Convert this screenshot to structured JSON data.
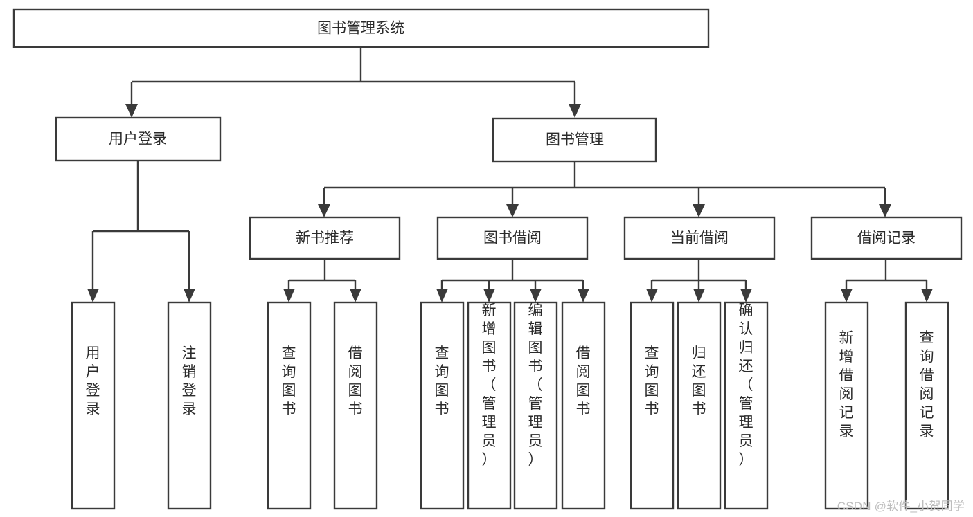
{
  "diagram": {
    "type": "tree-hierarchy",
    "title": "图书管理系统",
    "background_color": "#ffffff",
    "line_color": "#3a3a3a",
    "box_fill": "#ffffff",
    "text_color": "#2b2b2b",
    "root": {
      "label": "图书管理系统"
    },
    "level2": [
      {
        "label": "用户登录"
      },
      {
        "label": "图书管理"
      }
    ],
    "level3": [
      {
        "label": "新书推荐"
      },
      {
        "label": "图书借阅"
      },
      {
        "label": "当前借阅"
      },
      {
        "label": "借阅记录"
      }
    ],
    "leaves": {
      "user_login": [
        {
          "label": "用户登录"
        },
        {
          "label": "注销登录"
        }
      ],
      "new_book_recommend": [
        {
          "label": "查询图书"
        },
        {
          "label": "借阅图书"
        }
      ],
      "book_borrow": [
        {
          "label": "查询图书"
        },
        {
          "label": "新增图书（管理员）"
        },
        {
          "label": "编辑图书（管理员）"
        },
        {
          "label": "借阅图书"
        }
      ],
      "current_borrow": [
        {
          "label": "查询图书"
        },
        {
          "label": "归还图书"
        },
        {
          "label": "确认归还（管理员）"
        }
      ],
      "borrow_record": [
        {
          "label": "新增借阅记录"
        },
        {
          "label": "查询借阅记录"
        }
      ]
    }
  },
  "watermark": {
    "text": "CSDN @软件_小贺同学"
  }
}
